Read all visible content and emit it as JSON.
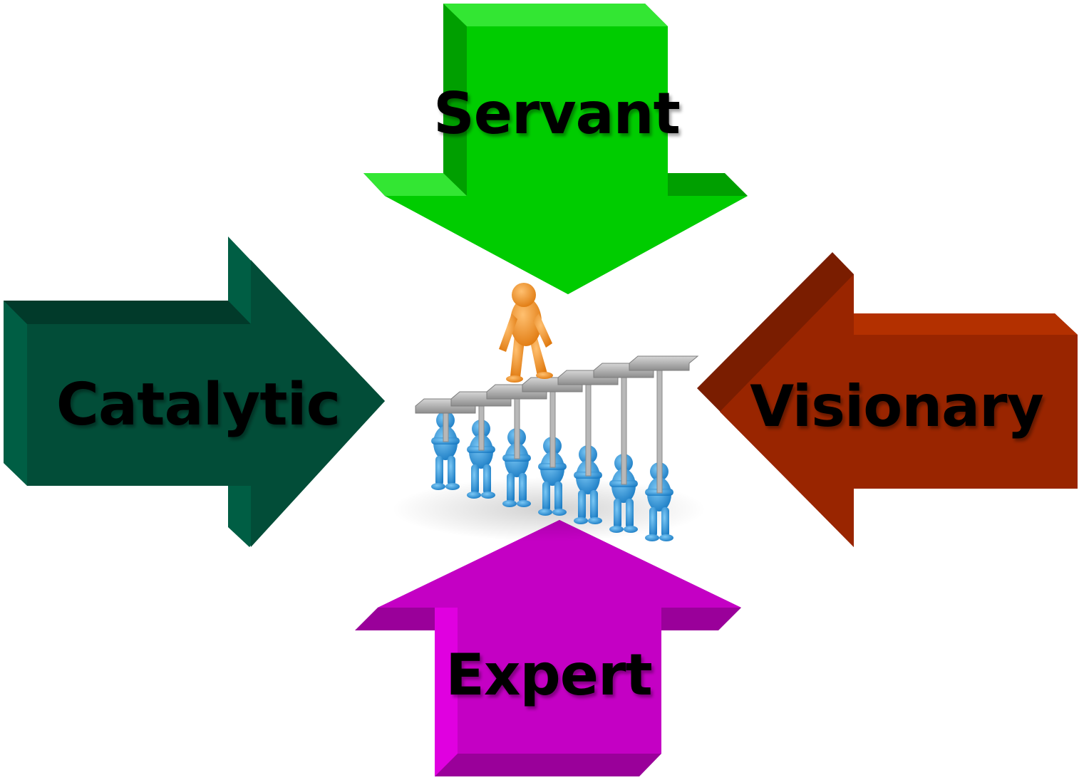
{
  "arrows": {
    "top": {
      "label": "Servant",
      "front": "#00cc00",
      "side": "#009f00",
      "top_face": "#33e633"
    },
    "left": {
      "label": "Catalytic",
      "front": "#024d38",
      "side": "#005e44",
      "top_face": "#013a2a"
    },
    "right": {
      "label": "Visionary",
      "front": "#992500",
      "side": "#7a1d00",
      "top_face": "#b33000"
    },
    "bottom": {
      "label": "Expert",
      "front": "#c400c4",
      "side": "#9a009a",
      "top_face": "#e000e0"
    }
  },
  "center_figure": {
    "leader_color": "#f0952a",
    "team_color": "#3a9ee0",
    "platform_color": "#a9a9a9"
  }
}
